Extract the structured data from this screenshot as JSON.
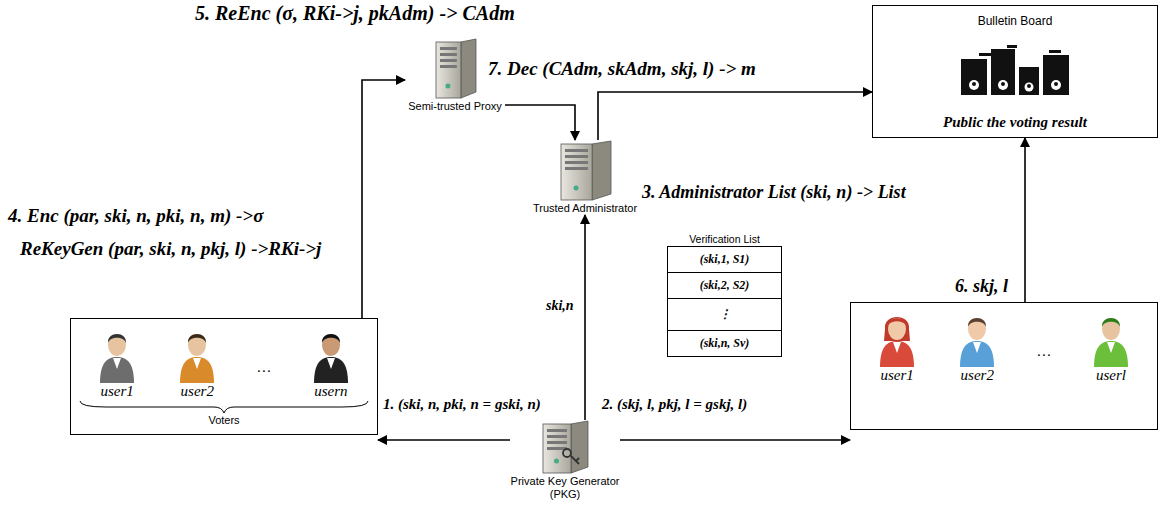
{
  "diagram": {
    "nodes": [
      {
        "text": [
          "Semi-trusted Proxy"
        ]
      },
      {
        "text": [
          "Bulletin Board",
          "Public the voting result"
        ]
      },
      {
        "text": [
          "Trusted Administrator"
        ]
      },
      {
        "text": [
          "Verification List",
          "(ski,1, S1)",
          "(ski,2, S2)",
          "⋮",
          "(ski,n, Sv)"
        ]
      },
      {
        "text": [
          "user1",
          "user2",
          "…",
          "usern",
          "Voters"
        ]
      },
      {
        "text": [
          "user1",
          "user2",
          "…",
          "userl"
        ]
      },
      {
        "text": [
          "Private Key Generator (PKG)"
        ]
      }
    ],
    "edges": [
      {
        "from": 6,
        "to": 4,
        "arrow": "to",
        "label": "1. (ski, n, pki, n = gski, n)"
      },
      {
        "from": 6,
        "to": 5,
        "arrow": "to",
        "label": "2. (skj, l, pkj, l = gskj, l)"
      },
      {
        "from": 6,
        "to": 2,
        "arrow": "to",
        "label": "ski,n"
      },
      {
        "from": 4,
        "to": 0,
        "arrow": "to",
        "label": "4. Enc (par, ski, n, pki, n, m) ->σ"
      },
      {
        "from": 0,
        "to": 2,
        "arrow": "to"
      },
      {
        "from": 2,
        "to": 1,
        "arrow": "to",
        "label": "7. Dec (CAdm, skAdm, skj, l) -> m"
      },
      {
        "from": 5,
        "to": 1,
        "arrow": "to",
        "label": "6. skj, l"
      }
    ],
    "labels": [
      "5. ReEnc (σ, RKi->j, pkAdm) -> CAdm",
      "3. Administrator List (ski, n) -> List",
      "ReKeyGen (par, ski, n, pkj, l) ->RKi->j"
    ]
  }
}
